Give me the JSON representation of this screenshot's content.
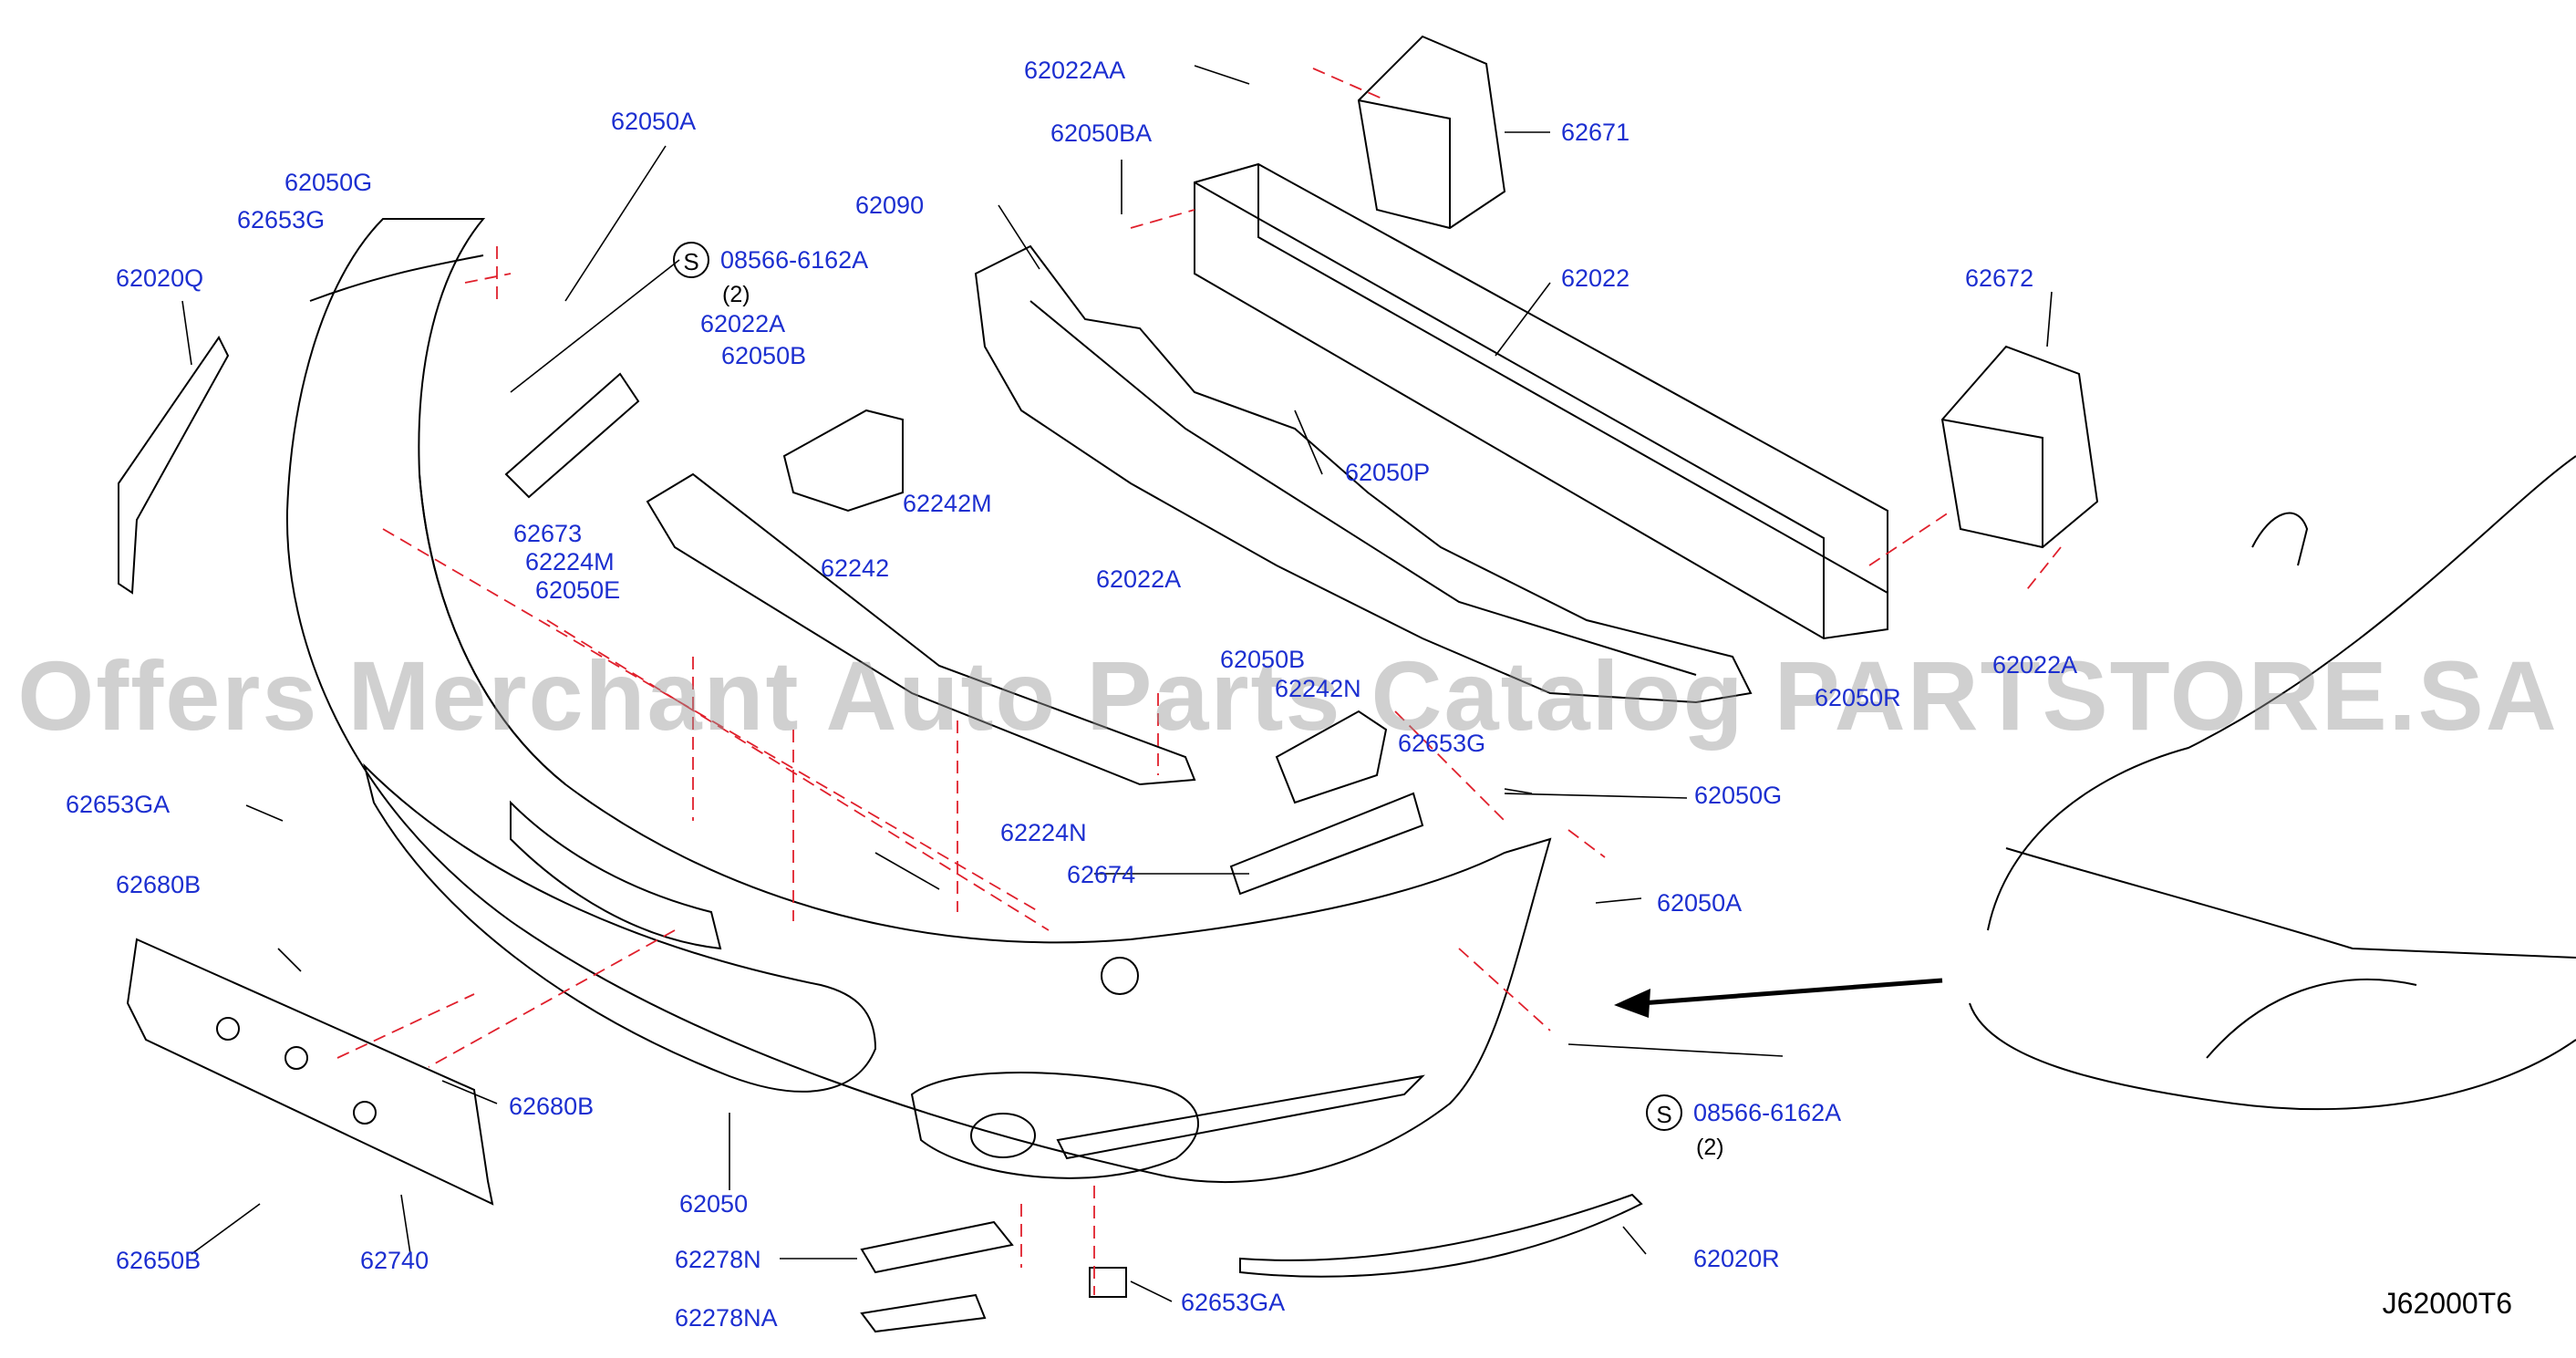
{
  "diagram_code": "J62000T6",
  "watermark": "Offers Merchant Auto Parts Catalog PARTSTORE.SA",
  "colors": {
    "label": "#1c2fd0",
    "line": "#000000",
    "dash": "#e0202c",
    "watermark": "#969696"
  },
  "screw_symbol": "S",
  "labels": {
    "p62022AA": "62022AA",
    "p62671": "62671",
    "p62050BA": "62050BA",
    "p62090": "62090",
    "p62022": "62022",
    "p62672": "62672",
    "p62050A_top": "62050A",
    "p62050G_top": "62050G",
    "p62653G_top": "62653G",
    "p62020Q": "62020Q",
    "p08566_top": "08566-6162A",
    "qty_top": "(2)",
    "p62022A_top": "62022A",
    "p62050B_top": "62050B",
    "p62242M": "62242M",
    "p62673": "62673",
    "p62224M": "62224M",
    "p62050E": "62050E",
    "p62242": "62242",
    "p62050P": "62050P",
    "p62022A_mid": "62022A",
    "p62050B_mid": "62050B",
    "p62242N": "62242N",
    "p62653G_mid": "62653G",
    "p62050G_mid": "62050G",
    "p62653GA_left": "62653GA",
    "p62224N": "62224N",
    "p62674": "62674",
    "p62050A_right": "62050A",
    "p62680B_left": "62680B",
    "p62680B_low": "62680B",
    "p08566_low": "08566-6162A",
    "qty_low": "(2)",
    "p62050": "62050",
    "p62650B": "62650B",
    "p62740": "62740",
    "p62278N": "62278N",
    "p62278NA": "62278NA",
    "p62653GA_low": "62653GA",
    "p62020R": "62020R",
    "p62050R_occluded": "62050R",
    "p62022A_occluded": "62022A"
  }
}
